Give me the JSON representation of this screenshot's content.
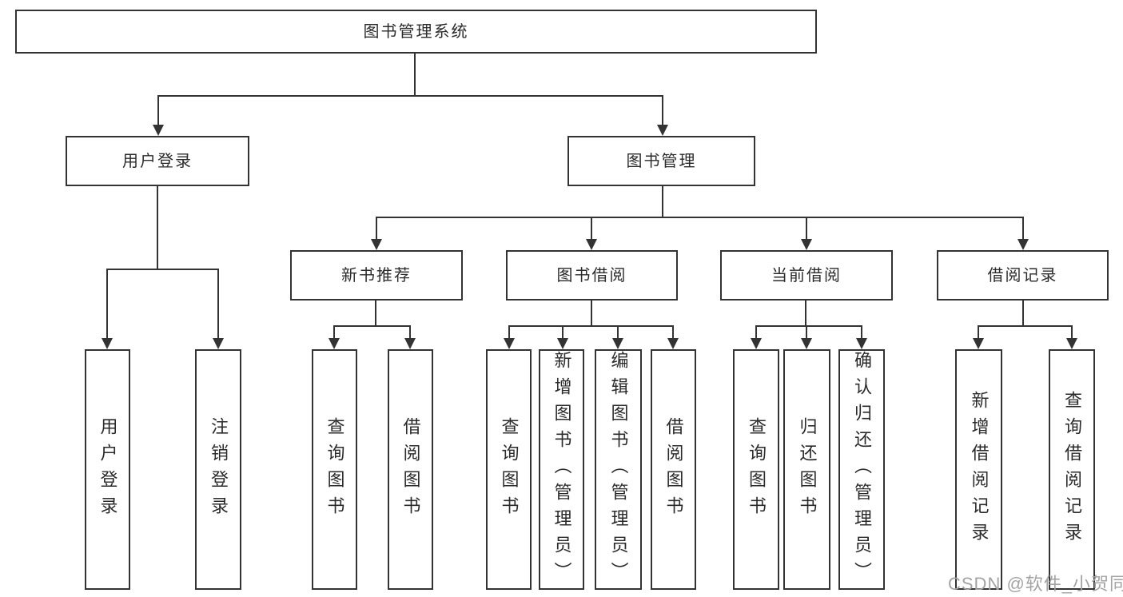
{
  "diagram": {
    "type": "functional-structure-chart",
    "orientation": "top-down"
  },
  "tree": {
    "label": "图书管理系统",
    "children": [
      {
        "label": "用户登录",
        "children": [
          {
            "label": "用户登录"
          },
          {
            "label": "注销登录"
          }
        ]
      },
      {
        "label": "图书管理",
        "children": [
          {
            "label": "新书推荐",
            "children": [
              {
                "label": "查询图书"
              },
              {
                "label": "借阅图书"
              }
            ]
          },
          {
            "label": "图书借阅",
            "children": [
              {
                "label": "查询图书"
              },
              {
                "label": "新增图书（管理员）"
              },
              {
                "label": "编辑图书（管理员）"
              },
              {
                "label": "借阅图书"
              }
            ]
          },
          {
            "label": "当前借阅",
            "children": [
              {
                "label": "查询图书"
              },
              {
                "label": "归还图书"
              },
              {
                "label": "确认归还（管理员）"
              }
            ]
          },
          {
            "label": "借阅记录",
            "children": [
              {
                "label": "新增借阅记录"
              },
              {
                "label": "查询借阅记录"
              }
            ]
          }
        ]
      }
    ]
  },
  "watermark": {
    "text": "CSDN @软件_小贺同学"
  },
  "colors": {
    "line": "#333333",
    "text": "#2b2b2b",
    "watermark": "#a3a3a3",
    "background": "#ffffff"
  }
}
